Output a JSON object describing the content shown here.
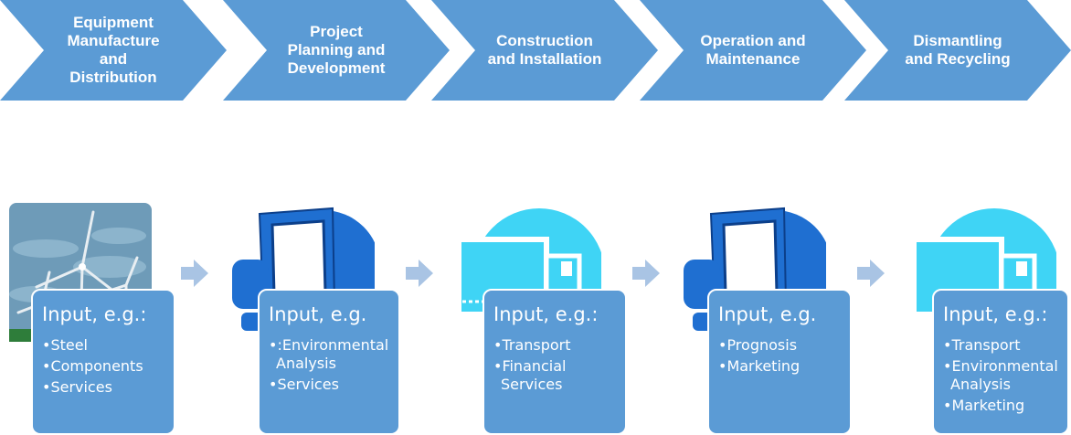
{
  "stages": [
    {
      "label": "Equipment Manufacture and Distribution",
      "lines": [
        "Equipment",
        "Manufacture",
        "and",
        "Distribution"
      ]
    },
    {
      "label": "Project Planning and Development",
      "lines": [
        "Project",
        "Planning and",
        "Development"
      ]
    },
    {
      "label": "Construction and Installation",
      "lines": [
        "Construction",
        "and Installation"
      ]
    },
    {
      "label": "Operation and Maintenance",
      "lines": [
        "Operation and",
        "Maintenance"
      ]
    },
    {
      "label": "Dismantling and Recycling",
      "lines": [
        "Dismantling",
        "and Recycling"
      ]
    }
  ],
  "inputs": [
    {
      "title": "Input, e.g.:",
      "items": [
        "Steel",
        "Components",
        "Services"
      ]
    },
    {
      "title": "Input, e.g.",
      "items": [
        ":Environmental Analysis",
        "Services"
      ]
    },
    {
      "title": "Input, e.g.:",
      "items": [
        "Transport",
        "Financial Services"
      ]
    },
    {
      "title": "Input, e.g.",
      "items": [
        "Prognosis",
        "Marketing"
      ]
    },
    {
      "title": "Input, e.g.:",
      "items": [
        "Transport",
        "Environmental Analysis",
        "Marketing"
      ]
    }
  ],
  "thumbnails": [
    {
      "icon": "wind-turbine-icon"
    },
    {
      "icon": "computer-monitor-icon"
    },
    {
      "icon": "computer-monitor-icon"
    },
    {
      "icon": "computer-monitor-icon"
    },
    {
      "icon": "computer-monitor-icon"
    }
  ],
  "colors": {
    "chevron": "#5b9bd5",
    "box": "#5b9bd5",
    "small_arrow": "#a9c4e4",
    "monitor_dark": "#1f6fd1",
    "monitor_light": "#3fd4f5"
  }
}
